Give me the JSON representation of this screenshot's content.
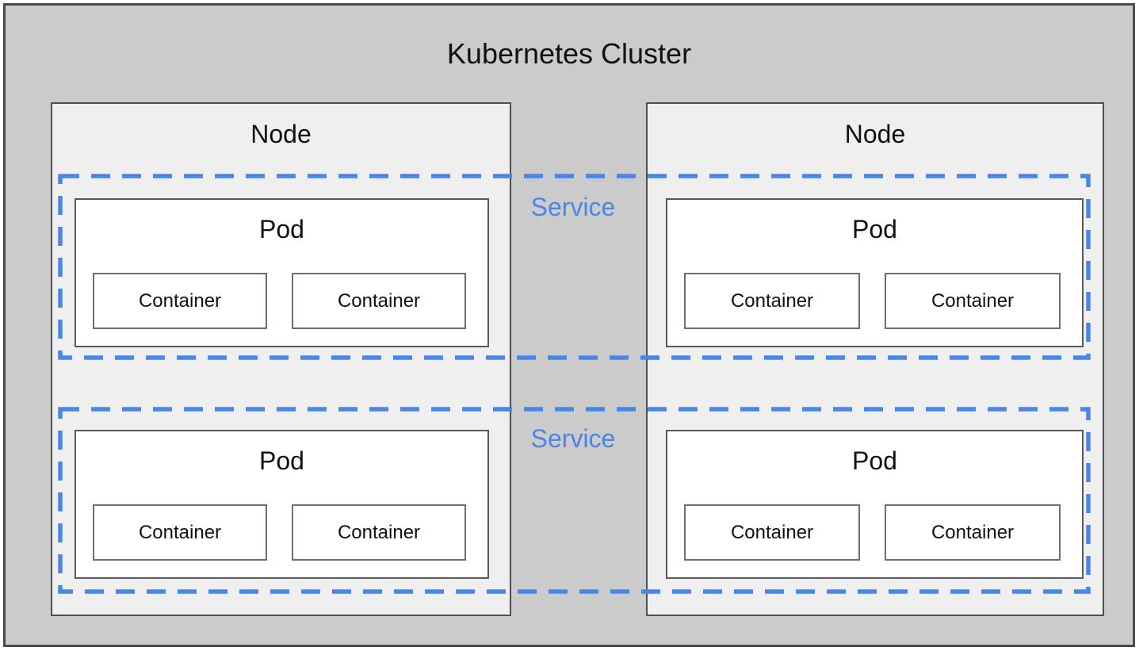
{
  "diagram": {
    "title": "Kubernetes Cluster",
    "services": [
      {
        "label": "Service"
      },
      {
        "label": "Service"
      }
    ],
    "nodes": [
      {
        "label": "Node",
        "pods": [
          {
            "label": "Pod",
            "containers": [
              {
                "label": "Container"
              },
              {
                "label": "Container"
              }
            ]
          },
          {
            "label": "Pod",
            "containers": [
              {
                "label": "Container"
              },
              {
                "label": "Container"
              }
            ]
          }
        ]
      },
      {
        "label": "Node",
        "pods": [
          {
            "label": "Pod",
            "containers": [
              {
                "label": "Container"
              },
              {
                "label": "Container"
              }
            ]
          },
          {
            "label": "Pod",
            "containers": [
              {
                "label": "Container"
              },
              {
                "label": "Container"
              }
            ]
          }
        ]
      }
    ],
    "colors": {
      "cluster_background": "#cbcbcb",
      "node_background": "#efefef",
      "pod_background": "#ffffff",
      "box_border": "#4a4a4a",
      "service_accent": "#4a86e8",
      "text": "#111111"
    }
  }
}
